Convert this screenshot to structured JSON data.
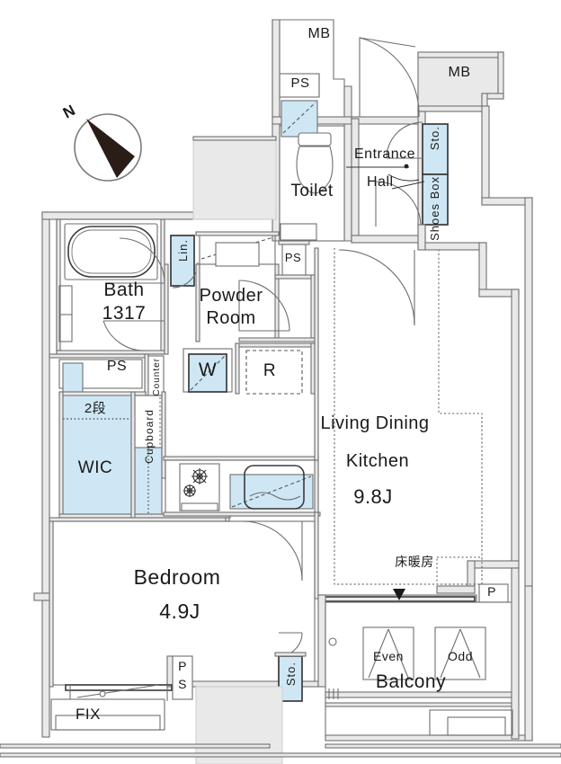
{
  "plan": {
    "type": "residential-floor-plan",
    "units": "J (tatami mats)",
    "compass": {
      "label": "N",
      "direction": "up-left"
    },
    "colors": {
      "fill_blue": "#cfe7f5",
      "stroke_dark": "#555555",
      "wall_gray": "#e8e8e8",
      "text": "#1a1a1a"
    },
    "rooms": [
      {
        "name": "living-dining-kitchen",
        "line1": "Living Dining",
        "line2": "Kitchen",
        "area": "9.8J"
      },
      {
        "name": "bedroom",
        "line1": "Bedroom",
        "area": "4.9J"
      },
      {
        "name": "bath",
        "line1": "Bath",
        "line2": "1317"
      },
      {
        "name": "powder-room",
        "line1": "Powder",
        "line2": "Room"
      },
      {
        "name": "toilet",
        "line1": "Toilet"
      },
      {
        "name": "entrance-hall",
        "line1": "Entrance",
        "line2": "Hall"
      },
      {
        "name": "balcony",
        "line1": "Balcony"
      },
      {
        "name": "wic",
        "line1": "WIC"
      }
    ],
    "labels": {
      "mb_top": "MB",
      "mb_right": "MB",
      "ps_top": "PS",
      "ps_powder": "PS",
      "ps_bath": "PS",
      "ps_bottom_1": "P",
      "ps_bottom_2": "S",
      "p_corner": "P",
      "sto_shoes_box_1": "Sto.",
      "sto_shoes_box_2": "Shoes Box",
      "lin": "Lin.",
      "counter": "Counter",
      "cupboard": "Cupboard",
      "washer": "W",
      "refrigerator": "R",
      "nidan": "2段",
      "yukadanbou": "床暖房",
      "fix": "FIX",
      "sto_bedroom": "Sto.",
      "balcony_even": "Even",
      "balcony_odd": "Odd"
    }
  }
}
